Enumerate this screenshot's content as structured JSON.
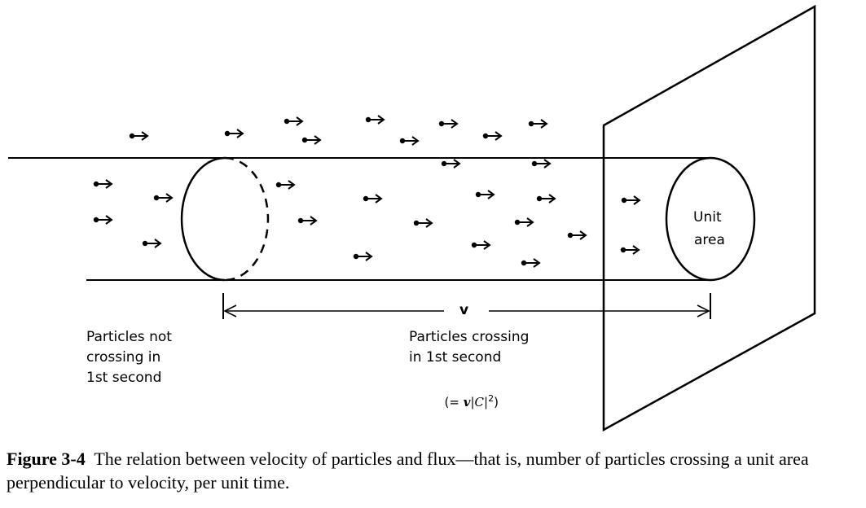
{
  "figure": {
    "unit_area_line1": "Unit",
    "unit_area_line2": "area",
    "velocity_label": "v",
    "not_crossing_line1": "Particles not",
    "not_crossing_line2": "crossing in",
    "not_crossing_line3": "1st second",
    "crossing_line1": "Particles crossing",
    "crossing_line2": "in 1st second",
    "crossing_formula_open": "(= ",
    "crossing_formula_v": "v",
    "crossing_formula_abs": "|C|",
    "crossing_formula_exp": "2",
    "crossing_formula_close": ")"
  },
  "caption": {
    "label": "Figure 3-4",
    "text": "The relation between velocity of particles and flux—that is, number of particles crossing a unit area perpendicular to velocity, per unit time."
  }
}
